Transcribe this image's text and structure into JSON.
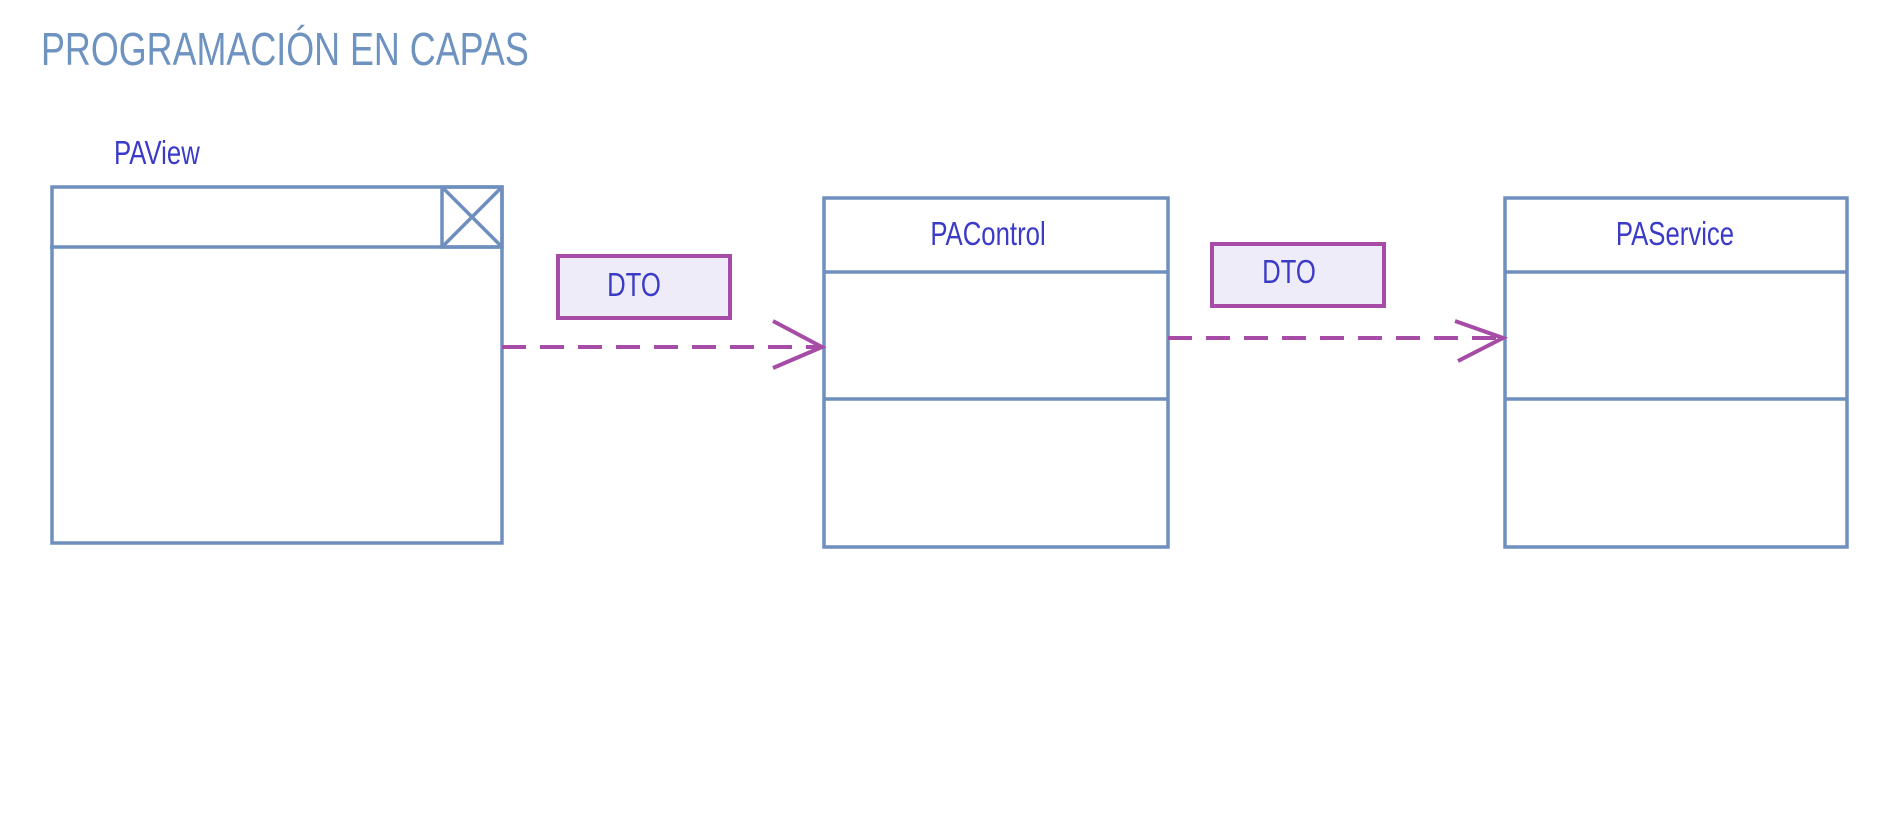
{
  "page": {
    "title": "PROGRAMACIÓN EN CAPAS"
  },
  "diagram": {
    "nodes": {
      "view": {
        "label": "PAView",
        "shape": "window"
      },
      "control": {
        "label": "PAControl",
        "shape": "class"
      },
      "service": {
        "label": "PAService",
        "shape": "class"
      }
    },
    "edges": [
      {
        "from": "view",
        "to": "control",
        "label": "DTO",
        "style": "dashed-open-arrow"
      },
      {
        "from": "control",
        "to": "service",
        "label": "DTO",
        "style": "dashed-open-arrow"
      }
    ]
  },
  "colors": {
    "title": "#6f93c0",
    "box_stroke": "#6f8fbe",
    "label_text": "#3b3bc8",
    "arrow": "#a64ca6",
    "dto_fill": "#eeecf8",
    "dto_stroke": "#a64ca6",
    "background": "#ffffff"
  }
}
